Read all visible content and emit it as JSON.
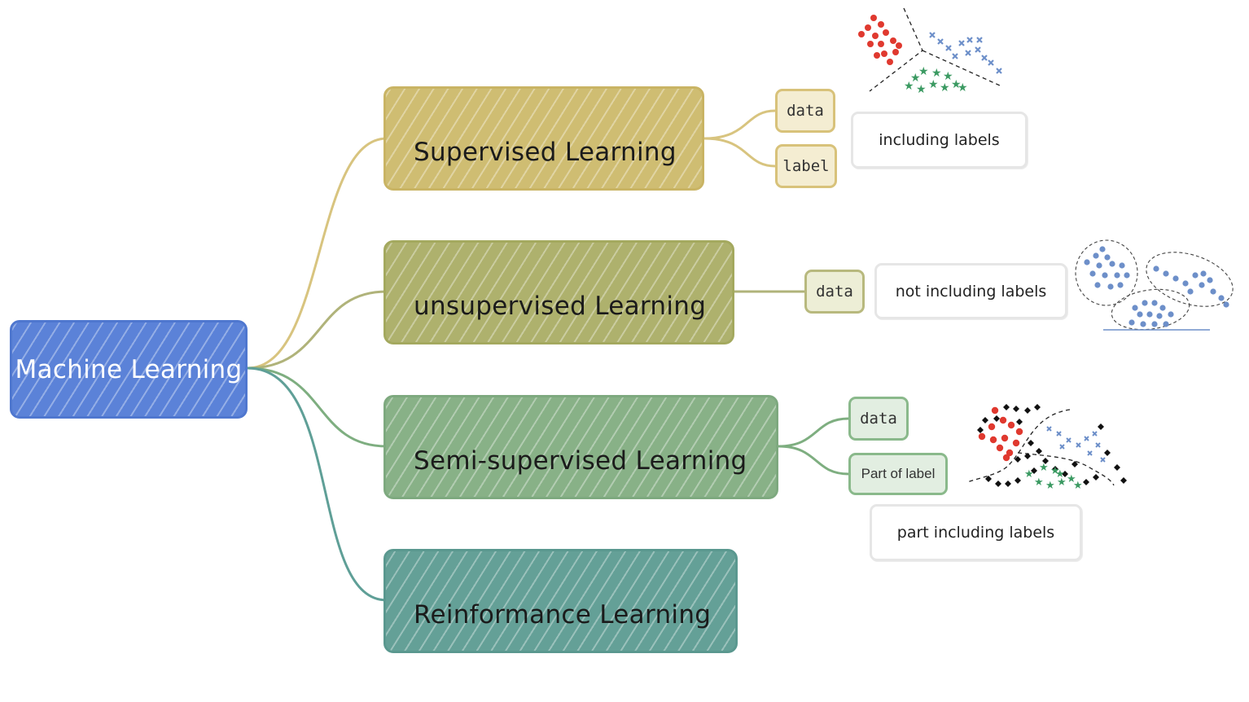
{
  "root": {
    "label": "Machine Learning"
  },
  "branches": [
    {
      "label": "Supervised Learning",
      "color": "#cfbd72"
    },
    {
      "label": "unsupervised Learning",
      "color": "#aeb16d"
    },
    {
      "label": "Semi-supervised Learning",
      "color": "#88b187"
    },
    {
      "label": "Reinformance Learning",
      "color": "#64a097"
    }
  ],
  "tags": {
    "supervised_data": "data",
    "supervised_label": "label",
    "unsupervised_data": "data",
    "semi_data": "data",
    "semi_label": "Part of label"
  },
  "notes": {
    "supervised": "including labels",
    "unsupervised": "not including labels",
    "semi": "part  including labels"
  },
  "illustrations": {
    "supervised": {
      "kind": "scatter-three-classes",
      "icons": [
        "red-dot-icon",
        "blue-cross-icon",
        "green-star-icon"
      ],
      "colors": [
        "#e0392f",
        "#6d8fc9",
        "#3b9a62"
      ]
    },
    "unsupervised": {
      "kind": "scatter-clusters",
      "icons": [
        "blue-dot-icon"
      ],
      "colors": [
        "#6d8fc9"
      ]
    },
    "semi": {
      "kind": "scatter-partial-labels",
      "icons": [
        "red-dot-icon",
        "blue-cross-icon",
        "green-star-icon",
        "black-diamond-icon"
      ],
      "colors": [
        "#e0392f",
        "#6d8fc9",
        "#3b9a62",
        "#111111"
      ]
    }
  }
}
